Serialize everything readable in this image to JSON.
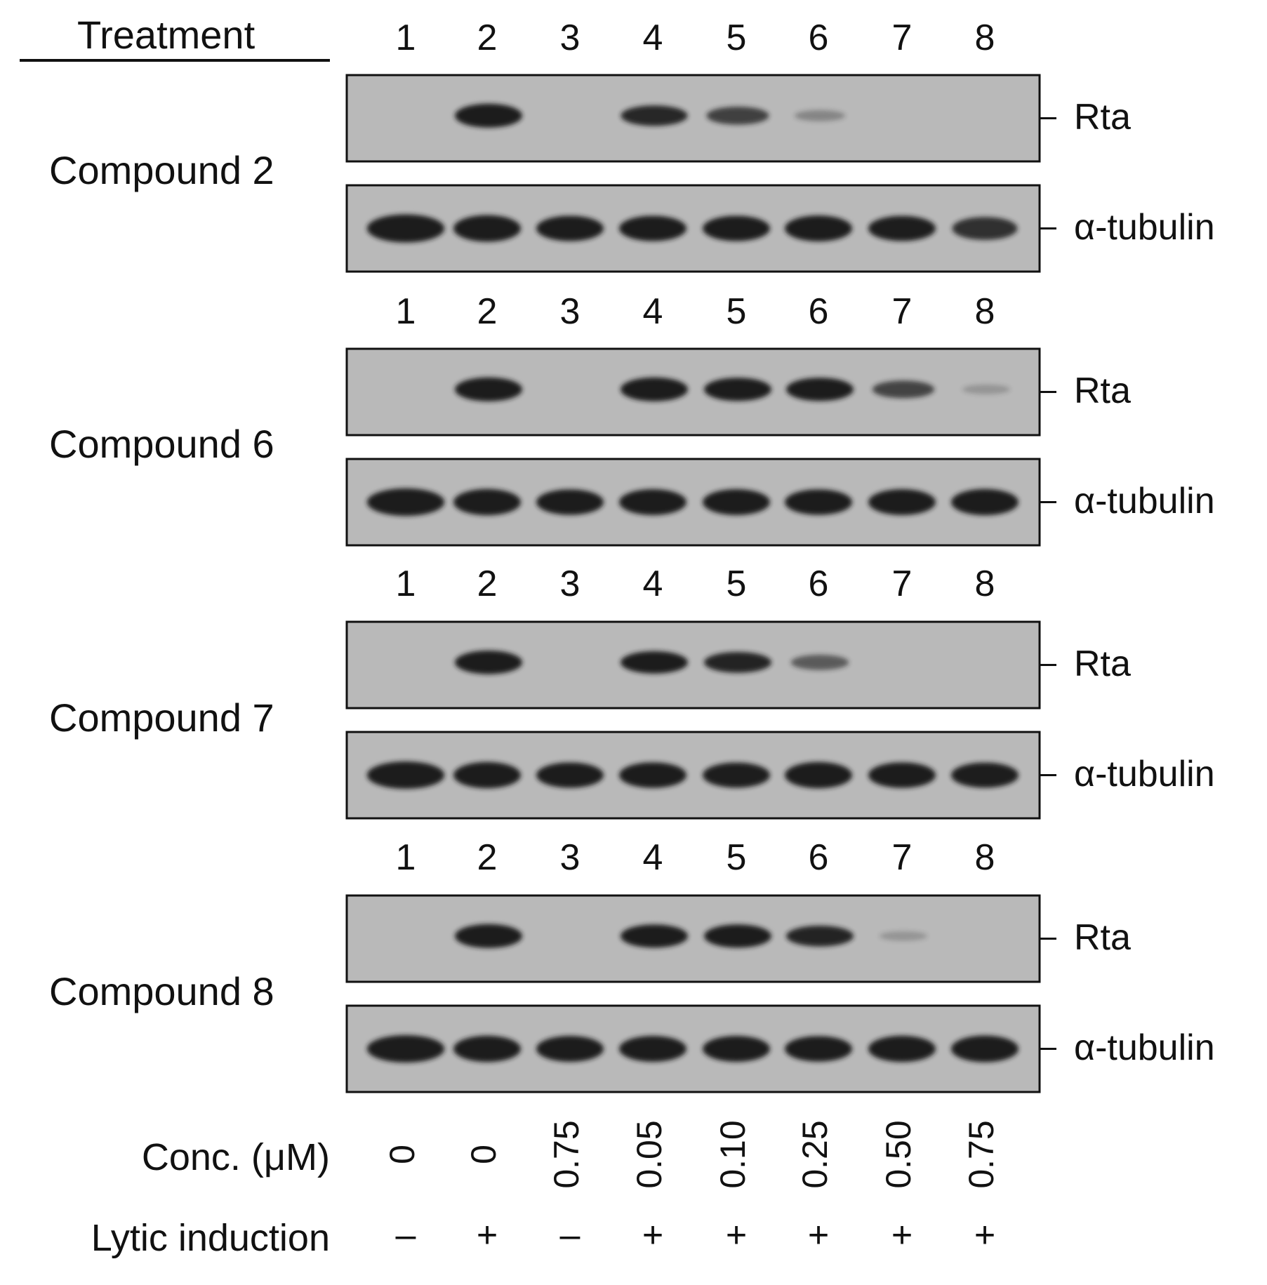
{
  "header": {
    "treatment_label": "Treatment"
  },
  "lanes": [
    "1",
    "2",
    "3",
    "4",
    "5",
    "6",
    "7",
    "8"
  ],
  "markers": {
    "rta": "Rta",
    "tubulin": "α-tubulin"
  },
  "panels": [
    {
      "compound": "Compound 2",
      "rta_intensity": [
        0.0,
        1.0,
        0.0,
        0.78,
        0.62,
        0.18,
        0.0,
        0.0
      ],
      "tubulin_intensity": [
        1.0,
        0.92,
        0.85,
        0.85,
        0.85,
        0.88,
        0.84,
        0.72
      ]
    },
    {
      "compound": "Compound 6",
      "rta_intensity": [
        0.0,
        1.0,
        0.0,
        1.0,
        0.96,
        0.96,
        0.6,
        0.08
      ],
      "tubulin_intensity": [
        0.97,
        0.9,
        0.86,
        0.88,
        0.88,
        0.86,
        0.88,
        0.9
      ]
    },
    {
      "compound": "Compound 7",
      "rta_intensity": [
        0.0,
        0.98,
        0.0,
        0.9,
        0.8,
        0.45,
        0.0,
        0.0
      ],
      "tubulin_intensity": [
        0.96,
        0.9,
        0.85,
        0.86,
        0.84,
        0.9,
        0.86,
        0.84
      ]
    },
    {
      "compound": "Compound 8",
      "rta_intensity": [
        0.0,
        1.0,
        0.0,
        0.95,
        0.96,
        0.8,
        0.08,
        0.0
      ],
      "tubulin_intensity": [
        0.96,
        0.9,
        0.88,
        0.88,
        0.88,
        0.86,
        0.9,
        0.92
      ]
    }
  ],
  "conditions": {
    "conc_label": "Conc. (μM)",
    "conc_values": [
      "0",
      "0",
      "0.75",
      "0.05",
      "0.10",
      "0.25",
      "0.50",
      "0.75"
    ],
    "lytic_label": "Lytic induction",
    "lytic_values": [
      "–",
      "+",
      "–",
      "+",
      "+",
      "+",
      "+",
      "+"
    ]
  },
  "colors": {
    "membrane": "#b9b9b9",
    "band": "#1b1b1b",
    "frame": "#111111",
    "text": "#111111"
  }
}
